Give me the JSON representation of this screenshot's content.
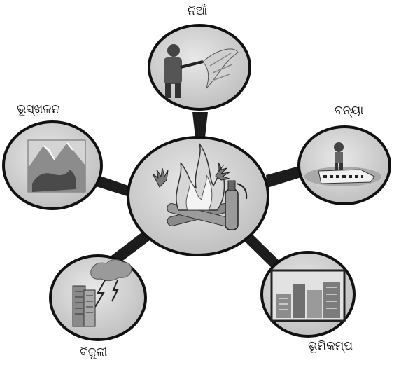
{
  "labels": {
    "fire": "ନିଆଁ",
    "flood": "ବନ୍ୟା",
    "landslide": "ଭୂସ୍ଖଳନ",
    "lightning": "ବିଜୁଳୀ",
    "earthquake": "ଭୂମିକମ୍ପ"
  }
}
